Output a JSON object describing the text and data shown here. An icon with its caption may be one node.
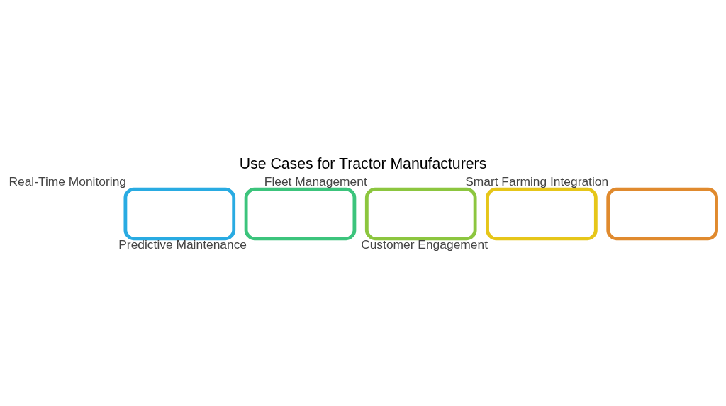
{
  "diagram": {
    "title": "Use Cases for Tractor Manufacturers",
    "nodes": [
      {
        "text": [],
        "shape": "box",
        "beside": [
          "Real-Time Monitoring"
        ]
      },
      {
        "text": [],
        "shape": "box",
        "beside": [
          "Predictive Maintenance"
        ]
      },
      {
        "text": [],
        "shape": "box",
        "beside": [
          "Fleet Management"
        ]
      },
      {
        "text": [],
        "shape": "box",
        "beside": [
          "Customer Engagement"
        ]
      },
      {
        "text": [],
        "shape": "box",
        "beside": [
          "Smart Farming Integration"
        ]
      }
    ],
    "edges": []
  }
}
